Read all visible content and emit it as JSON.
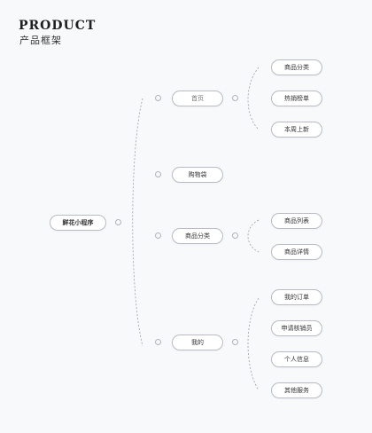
{
  "header": {
    "title_en": "PRODUCT",
    "title_cn": "产品框架"
  },
  "root": {
    "label": "鲜花小程序"
  },
  "branches": [
    {
      "label": "首页",
      "children": [
        "商品分类",
        "热销榜单",
        "本周上新"
      ]
    },
    {
      "label": "购物袋",
      "children": []
    },
    {
      "label": "商品分类",
      "children": [
        "商品列表",
        "商品详情"
      ]
    },
    {
      "label": "我的",
      "children": [
        "我的订单",
        "申请核销员",
        "个人信息",
        "其他服务"
      ]
    }
  ],
  "colors": {
    "background": "#f8f9fb",
    "node_border": "#b9bcc4",
    "line": "#9a9da5"
  }
}
